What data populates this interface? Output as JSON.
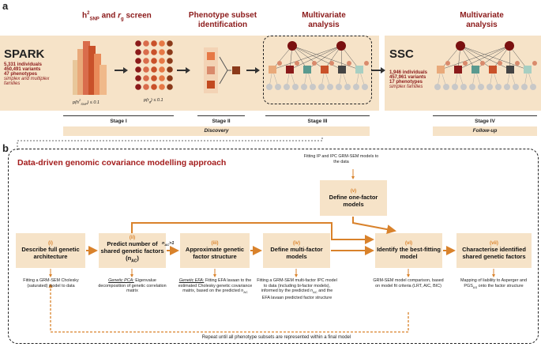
{
  "panel_a": {
    "letter": "a",
    "screen_title": "h²SNP and rg screen",
    "phenotype_subset_title": "Phenotype subset identification",
    "multivariate_title_1": "Multivariate analysis",
    "multivariate_title_2": "Multivariate analysis",
    "spark": {
      "name": "SPARK",
      "individuals": "5,331 individuals",
      "variants": "450,491 variants",
      "phenotypes": "47 phenotypes",
      "families": "simplex and multiplex families"
    },
    "ssc": {
      "name": "SSC",
      "individuals": "1,946 individuals",
      "variants": "457,961 variants",
      "phenotypes": "17 phenotypes",
      "families": "simplex families"
    },
    "threshold_h2": "p(h²SNP) ≤ 0.1",
    "threshold_rg": "p(rg) ≤ 0.1",
    "stages": [
      "Stage I",
      "Stage II",
      "Stage III",
      "Stage IV"
    ],
    "discovery": "Discovery",
    "followup": "Follow-up",
    "colors": {
      "band": "#f6e3c8",
      "red": "#8b1a1a",
      "orange": "#d9822b"
    }
  },
  "panel_b": {
    "letter": "b",
    "title": "Data-driven genomic covariance modelling approach",
    "fitting_note": "Fitting IP and IPC GRM-SEM models to the data",
    "nac_label": "nAC>1",
    "steps": [
      {
        "num": "(i)",
        "title": "Describe full genetic architecture"
      },
      {
        "num": "(ii)",
        "title": "Predict number of shared genetic factors (nAC)"
      },
      {
        "num": "(iii)",
        "title": "Approximate genetic factor structure"
      },
      {
        "num": "(iv)",
        "title": "Define multi-factor models"
      },
      {
        "num": "(v)",
        "title": "Define one-factor models"
      },
      {
        "num": "(vi)",
        "title": "Identify the best-fitting model"
      },
      {
        "num": "(vii)",
        "title": "Characterise identified shared genetic factors"
      }
    ],
    "descriptions": [
      "Fitting a GRM-SEM Cholesky (saturated) model to data",
      "Genetic PCA: Eigenvalue decomposition of genetic correlation matrix",
      "Genetic EFA: Fitting EFA lavaan to the estimated Cholesky genetic covariance matrix, based on the predicted nAC",
      "Fitting a GRM-SEM multi-factor IPC model to data (including bi-factor models), informed by the predicted nAC and the EFA lavaan predicted factor structure",
      "GRM-SEM model comparison, based on model fit criteria (LRT, AIC, BIC)",
      "Mapping of liability to Asperger and PGSAS onto the factor structure"
    ],
    "repeat_note": "Repeat until all phenotype subsets are represented within a final model"
  }
}
